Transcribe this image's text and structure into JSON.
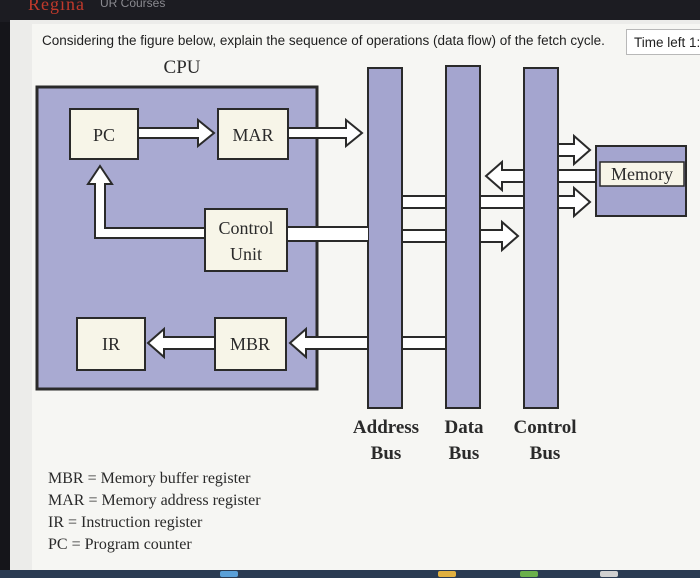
{
  "header": {
    "brand": "Regina",
    "crumb": "UR Courses"
  },
  "question": {
    "text": "Considering the figure below, explain the sequence of operations (data flow) of the fetch cycle.",
    "timer": "Time left 1:"
  },
  "diagram": {
    "cpu_label": "CPU",
    "registers": {
      "pc": "PC",
      "mar": "MAR",
      "control_unit_line1": "Control",
      "control_unit_line2": "Unit",
      "ir": "IR",
      "mbr": "MBR"
    },
    "memory": "Memory",
    "buses": {
      "address_line1": "Address",
      "data_line1": "Data",
      "control_line1": "Control",
      "line2": "Bus"
    }
  },
  "legend": [
    "MBR = Memory buffer register",
    "MAR = Memory address register",
    "IR = Instruction register",
    "PC = Program counter"
  ],
  "colors": {
    "cpu_fill": "#a9aad2",
    "bus_fill": "#a4a5cf",
    "memory_fill": "#a4a5cf",
    "register_fill": "#f7f5e8"
  }
}
